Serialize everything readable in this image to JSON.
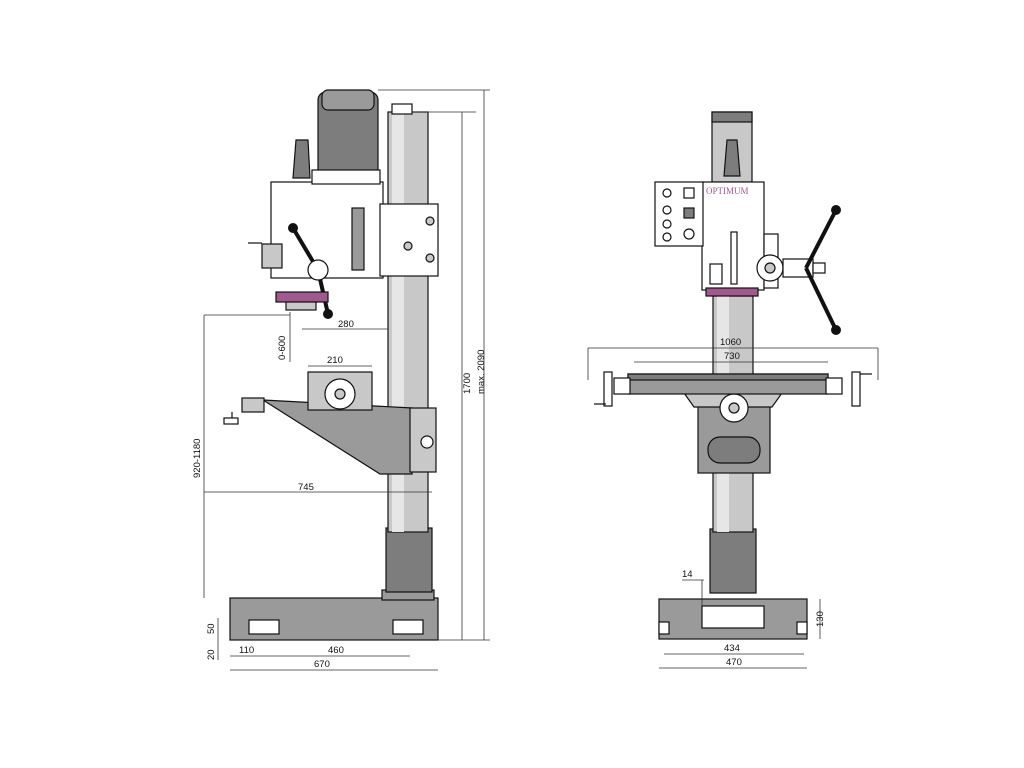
{
  "side_view": {
    "dimensions": {
      "arm_reach": "280",
      "quill_stroke": "0-600",
      "table_width": "210",
      "table_height_range": "920-1180",
      "column_to_table": "745",
      "height": "1700",
      "max_height": "max. 2090",
      "base_height": "50",
      "foot_height": "20",
      "slot_offset": "110",
      "slot_spacing": "460",
      "base_length": "670"
    }
  },
  "front_view": {
    "brand": "OPTIMUM",
    "dimensions": {
      "table_length": "1060",
      "table_travel": "730",
      "slot_width": "14",
      "base_height": "130",
      "slot_distance": "434",
      "base_width": "470"
    }
  },
  "colors": {
    "body": "#9a9a9a",
    "dark": "#7d7d7d",
    "light": "#c8c8c8",
    "accent": "#a0588f"
  }
}
